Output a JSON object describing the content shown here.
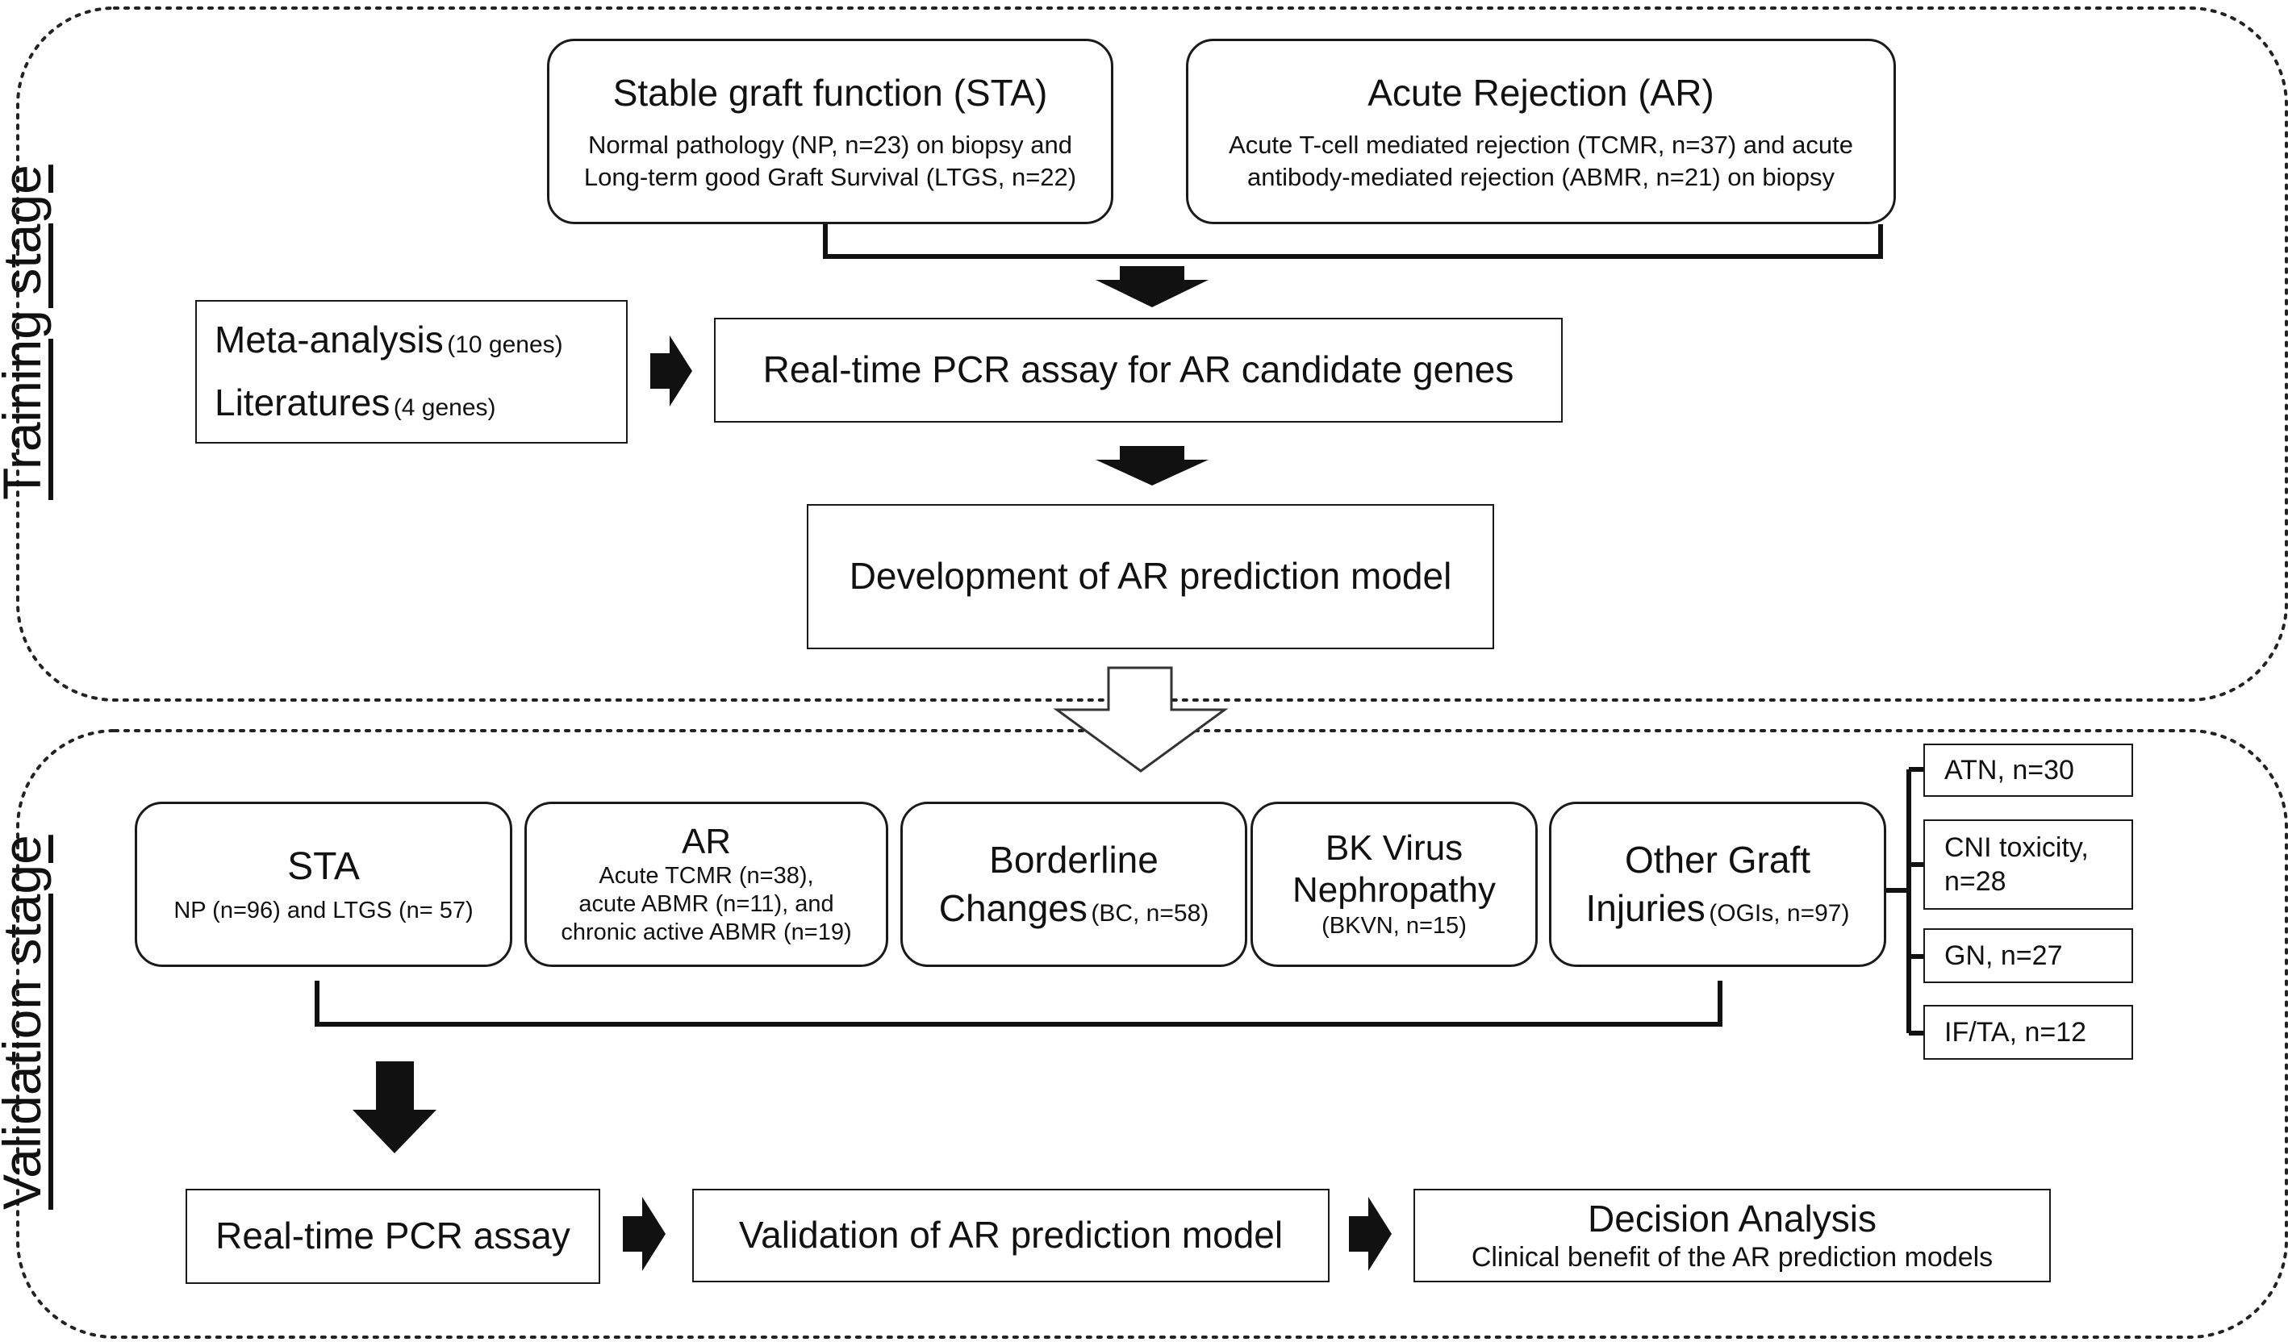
{
  "training": {
    "label": "Training stage",
    "sta": {
      "title": "Stable graft function (STA)",
      "line1": "Normal pathology (NP, n=23) on biopsy and",
      "line2": "Long-term good Graft Survival (LTGS, n=22)"
    },
    "ar": {
      "title": "Acute Rejection (AR)",
      "line1": "Acute T-cell mediated rejection (TCMR, n=37) and acute",
      "line2": "antibody-mediated rejection (ABMR, n=21) on biopsy"
    },
    "sources": {
      "meta": "Meta-analysis",
      "meta_count": "(10 genes)",
      "lit": "Literatures",
      "lit_count": "(4 genes)"
    },
    "pcr": "Real-time PCR assay for AR candidate genes",
    "model": "Development of AR prediction model"
  },
  "validation": {
    "label": "Validation stage",
    "sta": {
      "title": "STA",
      "sub": "NP (n=96) and LTGS (n= 57)"
    },
    "ar": {
      "title": "AR",
      "line1": "Acute TCMR (n=38),",
      "line2": "acute ABMR (n=11), and",
      "line3": "chronic active ABMR (n=19)"
    },
    "bc": {
      "title1": "Borderline",
      "title2": "Changes",
      "sub": "(BC, n=58)"
    },
    "bkvn": {
      "title1": "BK Virus",
      "title2": "Nephropathy",
      "sub": "(BKVN, n=15)"
    },
    "ogi": {
      "title1": "Other Graft",
      "title2": "Injuries",
      "sub": "(OGIs, n=97)"
    },
    "ogi_types": [
      {
        "line1": "ATN, n=30",
        "line2": ""
      },
      {
        "line1": "CNI toxicity,",
        "line2": "n=28"
      },
      {
        "line1": "GN, n=27",
        "line2": ""
      },
      {
        "line1": "IF/TA, n=12",
        "line2": ""
      }
    ],
    "pcr": "Real-time PCR assay",
    "validate": "Validation of AR prediction model",
    "decision": {
      "title": "Decision Analysis",
      "sub": "Clinical benefit of the AR prediction models"
    }
  }
}
